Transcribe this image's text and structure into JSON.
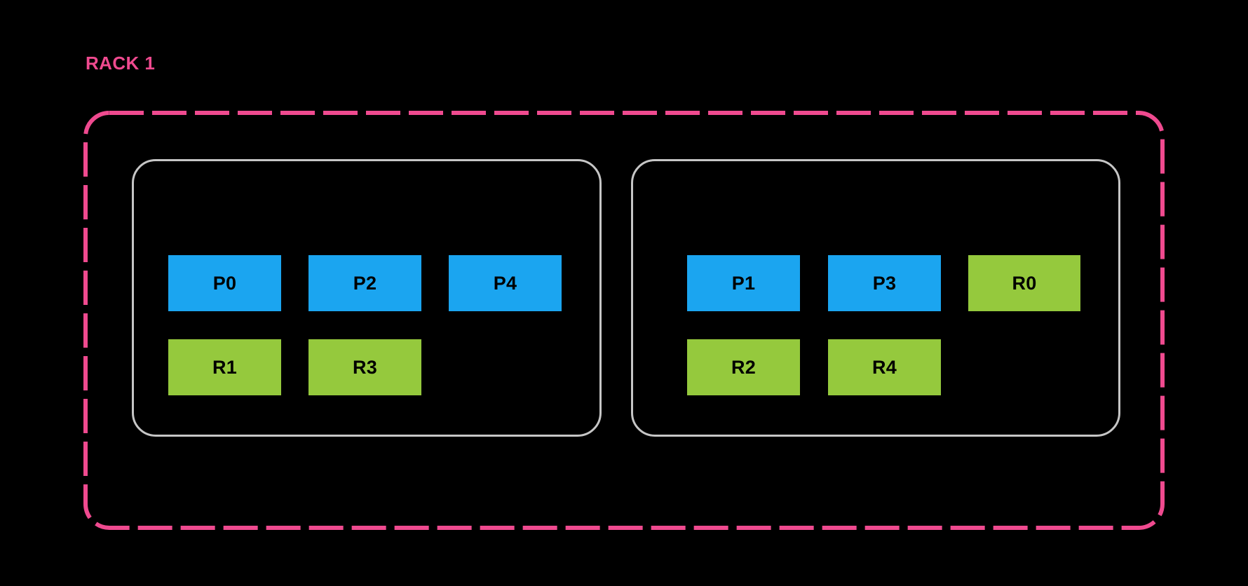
{
  "diagram": {
    "title": "RACK 1",
    "label_color": "#ef4a8f",
    "boundary_color": "#ef4a8f",
    "node_border_color": "#c6c6c6",
    "background_color": "#000000",
    "leader_color": "#1ba5f0",
    "follower_color": "#95c93d",
    "chip_text_color": "#000000"
  },
  "racks": [
    {
      "name": "RACK 1",
      "nodes": [
        {
          "id": "node-left",
          "rows": [
            {
              "kind": "leaders",
              "chips": [
                {
                  "label": "P0",
                  "kind": "leader"
                },
                {
                  "label": "P2",
                  "kind": "leader"
                },
                {
                  "label": "P4",
                  "kind": "leader"
                }
              ]
            },
            {
              "kind": "followers",
              "chips": [
                {
                  "label": "R1",
                  "kind": "follower"
                },
                {
                  "label": "R3",
                  "kind": "follower"
                }
              ]
            }
          ]
        },
        {
          "id": "node-right",
          "rows": [
            {
              "kind": "mixed",
              "chips": [
                {
                  "label": "P1",
                  "kind": "leader"
                },
                {
                  "label": "P3",
                  "kind": "leader"
                },
                {
                  "label": "R0",
                  "kind": "follower"
                }
              ]
            },
            {
              "kind": "followers",
              "chips": [
                {
                  "label": "R2",
                  "kind": "follower"
                },
                {
                  "label": "R4",
                  "kind": "follower"
                }
              ]
            }
          ]
        }
      ]
    }
  ]
}
